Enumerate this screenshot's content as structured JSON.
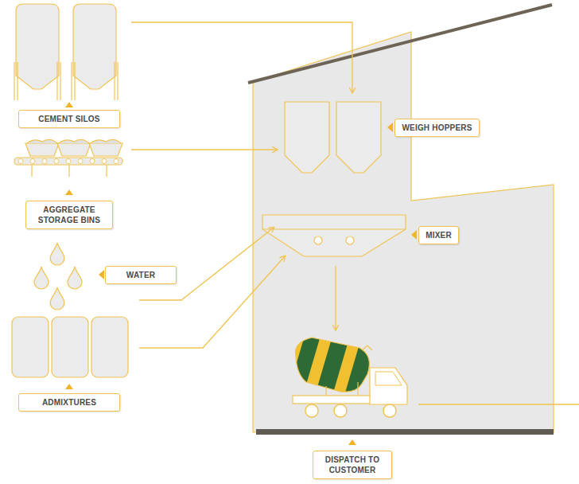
{
  "diagram": {
    "nodes": [
      {
        "text": [
          "CEMENT SILOS"
        ]
      },
      {
        "text": [
          "WEIGH HOPPERS"
        ]
      },
      {
        "text": [
          "AGGREGATE STORAGE BINS"
        ]
      },
      {
        "text": [
          "MIXER"
        ]
      },
      {
        "text": [
          "WATER"
        ]
      },
      {
        "text": [
          "ADMIXTURES"
        ]
      },
      {
        "text": [
          "DISPATCH TO CUSTOMER"
        ]
      }
    ]
  }
}
